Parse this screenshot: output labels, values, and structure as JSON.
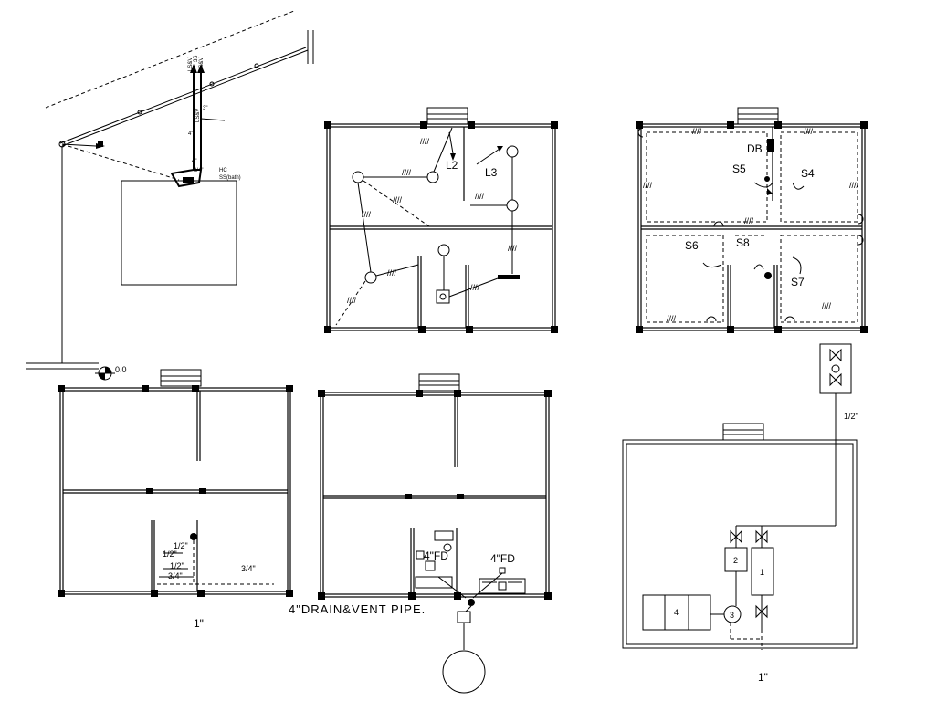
{
  "isometric": {
    "vertical_labels": [
      "LS&V",
      "3S",
      "LS&V"
    ],
    "slant_label": "LS&V",
    "fitting_labels": [
      "4\"",
      "3\"",
      "4\"",
      "3/4\"",
      "HC",
      "SS(bath)"
    ]
  },
  "level": {
    "value": "0.0"
  },
  "electrical_plan": {
    "lights": [
      "L2",
      "L3"
    ]
  },
  "power_plan": {
    "board": "DB",
    "sockets": [
      "S5",
      "S4",
      "S6",
      "S8",
      "S7"
    ]
  },
  "water_supply_plan": {
    "sizes": [
      "1/2\"",
      "1/2\"",
      "1/2\"",
      "3/4\""
    ],
    "main_size": "1\""
  },
  "drainage_plan": {
    "floor_drains": [
      "4\"FD",
      "4\"FD"
    ],
    "caption": "4\"DRAIN&VENT PIPE."
  },
  "tank_detail": {
    "supply_size": "1/2\"",
    "main_size": "1\"",
    "items": [
      "1",
      "2",
      "3",
      "4"
    ]
  }
}
